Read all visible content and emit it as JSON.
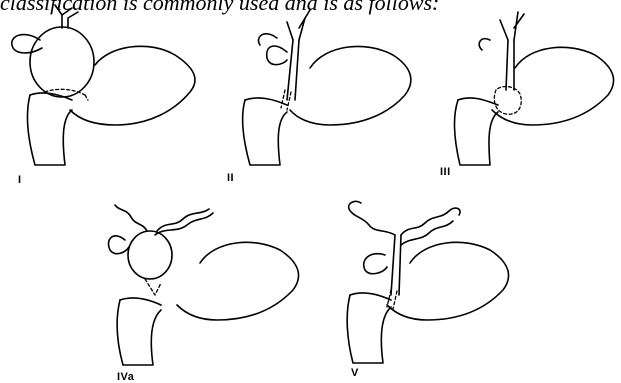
{
  "header": {
    "text": "classification is commonly used and is as follows:"
  },
  "panels": [
    {
      "label": "I"
    },
    {
      "label": "II"
    },
    {
      "label": "III"
    },
    {
      "label": "IVa"
    },
    {
      "label": "V"
    }
  ]
}
